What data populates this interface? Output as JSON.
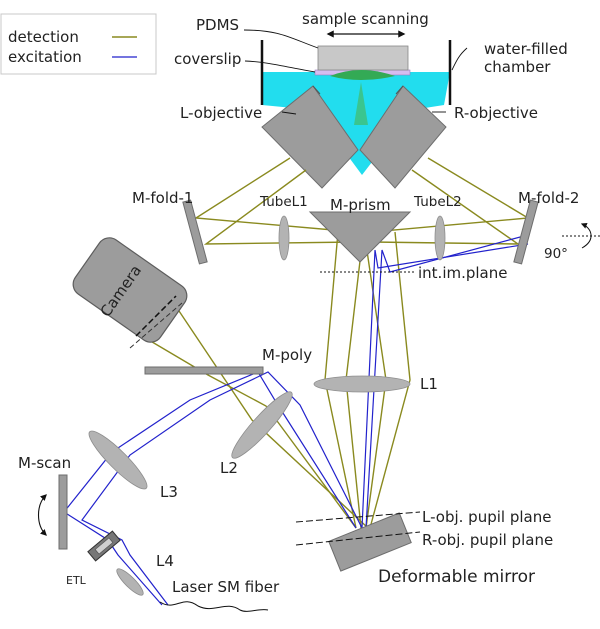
{
  "legend": {
    "detection": "detection",
    "excitation": "excitation"
  },
  "colors": {
    "detection": "#8a8a1f",
    "excitation": "#2222cc",
    "immersion": "#22ddee",
    "sample": "#33aa55",
    "optic": "#9c9c9c"
  },
  "labels": {
    "pdms": "PDMS",
    "sample_scanning": "sample scanning",
    "coverslip": "coverslip",
    "water_chamber": "water-filled chamber",
    "water_chamber_line1": "water-filled",
    "water_chamber_line2": "chamber",
    "l_objective": "L-objective",
    "r_objective": "R-objective",
    "m_fold_1": "M-fold-1",
    "m_fold_2": "M-fold-2",
    "tube_l1": "TubeL1",
    "tube_l2": "TubeL2",
    "m_prism": "M-prism",
    "rotation": "90°",
    "int_im_plane": "int.im.plane",
    "camera": "Camera",
    "m_poly": "M-poly",
    "l1": "L1",
    "l2": "L2",
    "l3": "L3",
    "l4": "L4",
    "m_scan": "M-scan",
    "etl": "ETL",
    "laser_fiber": "Laser SM fiber",
    "l_obj_pupil": "L-obj. pupil plane",
    "r_obj_pupil": "R-obj. pupil plane",
    "deformable_mirror": "Deformable mirror"
  }
}
